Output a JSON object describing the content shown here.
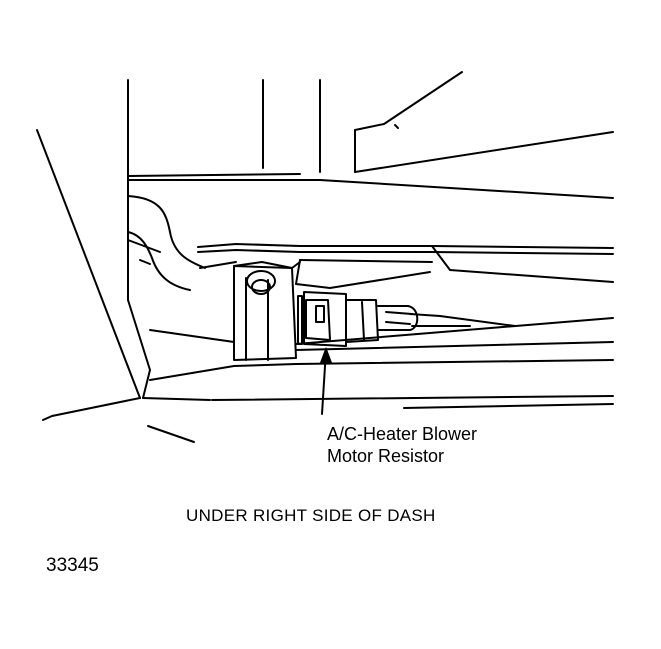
{
  "callout": {
    "line1": "A/C-Heater Blower",
    "line2": "Motor Resistor"
  },
  "caption": "UNDER RIGHT SIDE OF DASH",
  "figure_number": "33345",
  "colors": {
    "ink": "#000000",
    "paper": "#ffffff"
  }
}
